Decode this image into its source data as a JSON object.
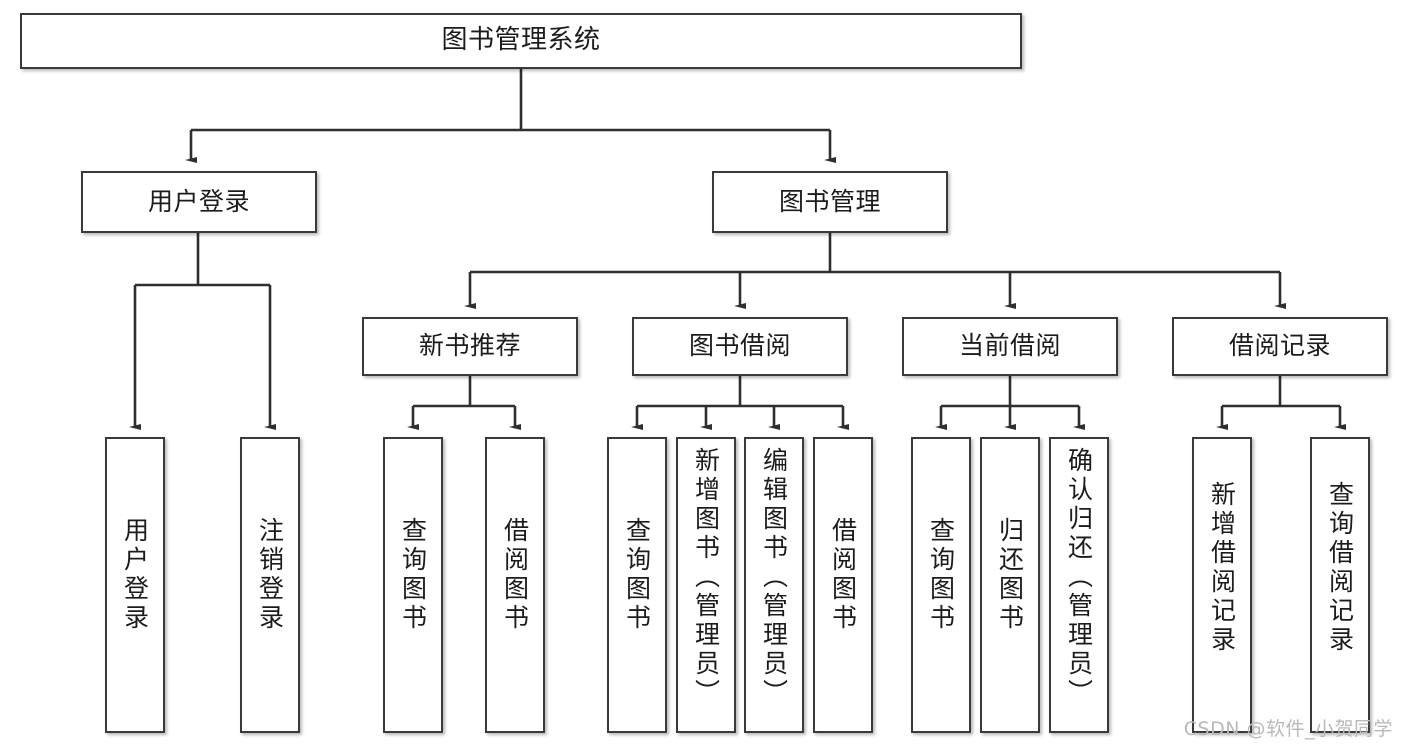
{
  "diagram": {
    "type": "tree-hierarchy",
    "title": "图书管理系统",
    "watermark": "CSDN @软件_小贺同学",
    "colors": {
      "box_border": "#3a3a3a",
      "box_fill": "#ffffff",
      "connector": "#2f2f2f",
      "text": "#1c1c1c",
      "watermark": "#b9b9b9"
    },
    "root": {
      "label": "图书管理系统"
    },
    "level2": [
      {
        "label": "用户登录"
      },
      {
        "label": "图书管理"
      }
    ],
    "level3": [
      {
        "label": "新书推荐"
      },
      {
        "label": "图书借阅"
      },
      {
        "label": "当前借阅"
      },
      {
        "label": "借阅记录"
      }
    ],
    "leaves": {
      "user_login": [
        {
          "label": "用户登录"
        },
        {
          "label": "注销登录"
        }
      ],
      "new_book": [
        {
          "label": "查询图书"
        },
        {
          "label": "借阅图书"
        }
      ],
      "book_borrow": [
        {
          "label": "查询图书"
        },
        {
          "label": "新增图书（管理员）"
        },
        {
          "label": "编辑图书（管理员）"
        },
        {
          "label": "借阅图书"
        }
      ],
      "current_borrow": [
        {
          "label": "查询图书"
        },
        {
          "label": "归还图书"
        },
        {
          "label": "确认归还（管理员）"
        }
      ],
      "borrow_record": [
        {
          "label": "新增借阅记录"
        },
        {
          "label": "查询借阅记录"
        }
      ]
    }
  }
}
